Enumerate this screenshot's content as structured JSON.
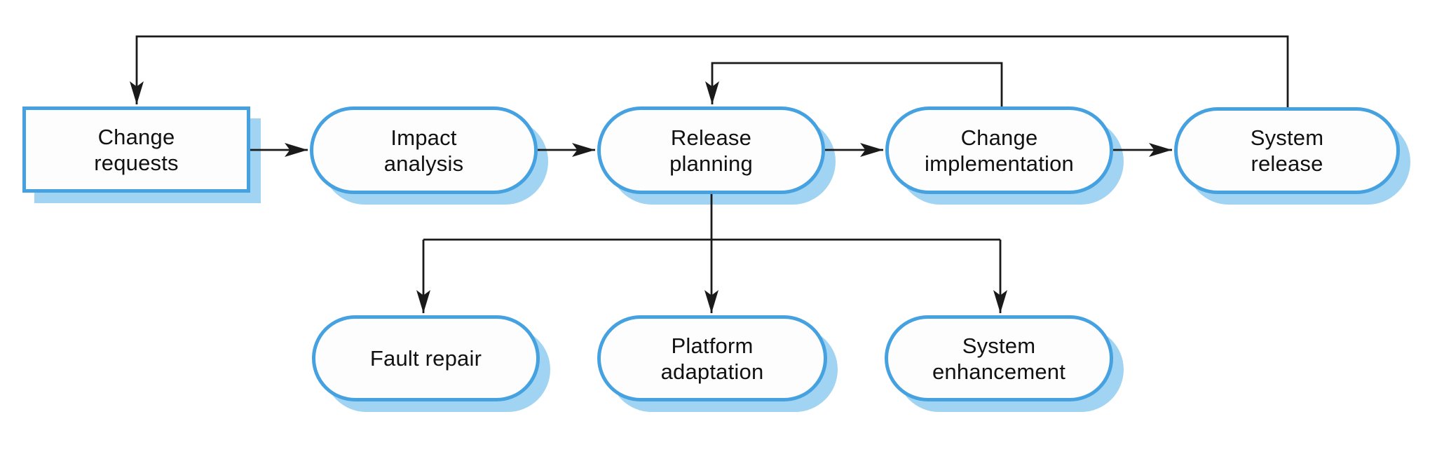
{
  "diagram": {
    "type": "flowchart",
    "colors": {
      "node_border": "#45a1e0",
      "node_fill": "#fdfdfd",
      "node_shadow": "#a0d4f2",
      "arrow": "#1a1a1a",
      "background": "#ffffff",
      "text": "#111111"
    },
    "nodes": [
      {
        "id": "change-requests",
        "label": "Change\nrequests",
        "shape": "rectangle"
      },
      {
        "id": "impact-analysis",
        "label": "Impact\nanalysis",
        "shape": "stadium"
      },
      {
        "id": "release-planning",
        "label": "Release\nplanning",
        "shape": "stadium"
      },
      {
        "id": "change-implementation",
        "label": "Change\nimplementation",
        "shape": "stadium"
      },
      {
        "id": "system-release",
        "label": "System\nrelease",
        "shape": "stadium"
      },
      {
        "id": "fault-repair",
        "label": "Fault repair",
        "shape": "stadium"
      },
      {
        "id": "platform-adaptation",
        "label": "Platform\nadaptation",
        "shape": "stadium"
      },
      {
        "id": "system-enhancement",
        "label": "System\nenhancement",
        "shape": "stadium"
      }
    ],
    "edges": [
      {
        "from": "change-requests",
        "to": "impact-analysis",
        "type": "flow"
      },
      {
        "from": "impact-analysis",
        "to": "release-planning",
        "type": "flow"
      },
      {
        "from": "release-planning",
        "to": "change-implementation",
        "type": "flow"
      },
      {
        "from": "change-implementation",
        "to": "system-release",
        "type": "flow"
      },
      {
        "from": "system-release",
        "to": "change-requests",
        "type": "feedback"
      },
      {
        "from": "change-implementation",
        "to": "release-planning",
        "type": "feedback"
      },
      {
        "from": "release-planning",
        "to": "fault-repair",
        "type": "branch"
      },
      {
        "from": "release-planning",
        "to": "platform-adaptation",
        "type": "branch"
      },
      {
        "from": "release-planning",
        "to": "system-enhancement",
        "type": "branch"
      }
    ]
  }
}
